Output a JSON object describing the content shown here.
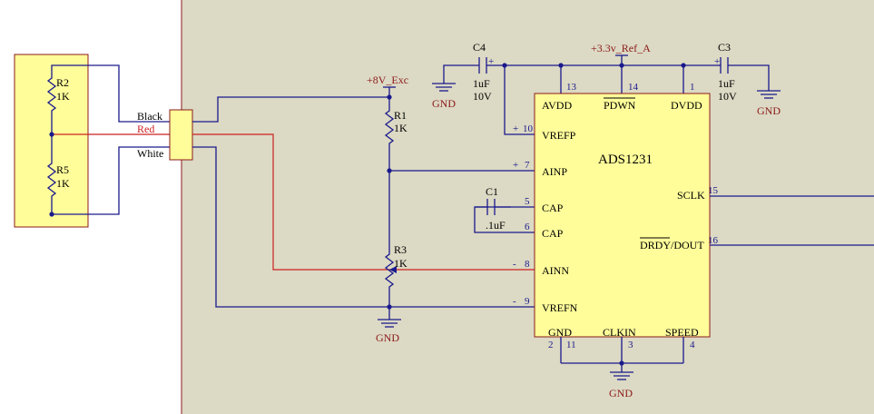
{
  "colors": {
    "left_bg": "#ffffff",
    "sheet_bg": "#dcd9c4",
    "wire": "#1a1a8c",
    "signal_red": "#cc2222",
    "label_maroon": "#8b1a1a",
    "chip_fill": "#fffd9a",
    "sensor_fill": "#fffd9a"
  },
  "sensor": {
    "r2": {
      "ref": "R2",
      "value": "1K"
    },
    "r5": {
      "ref": "R5",
      "value": "1K"
    }
  },
  "connector": {
    "wires": [
      "Black",
      "Red",
      "White"
    ]
  },
  "power": {
    "exc": "+8V_Exc",
    "ref": "+3.3v_Ref_A",
    "gnd": "GND"
  },
  "resistors": {
    "r1": {
      "ref": "R1",
      "value": "1K"
    },
    "r3": {
      "ref": "R3",
      "value": "1K"
    }
  },
  "capacitors": {
    "c4": {
      "ref": "C4",
      "value": "1uF",
      "voltage": "10V"
    },
    "c3": {
      "ref": "C3",
      "value": "1uF",
      "voltage": "10V"
    },
    "c1": {
      "ref": "C1",
      "value": ".1uF"
    }
  },
  "chip": {
    "name": "ADS1231",
    "pins": {
      "avdd": {
        "label": "AVDD",
        "num": "13"
      },
      "pdwn": {
        "label": "PDWN",
        "num": "14"
      },
      "dvdd": {
        "label": "DVDD",
        "num": "1"
      },
      "vrefp": {
        "label": "VREFP",
        "num": "10",
        "sign": "+"
      },
      "ainp": {
        "label": "AINP",
        "num": "7",
        "sign": "+"
      },
      "cap1": {
        "label": "CAP",
        "num": "5"
      },
      "cap2": {
        "label": "CAP",
        "num": "6"
      },
      "ainn": {
        "label": "AINN",
        "num": "8",
        "sign": "-"
      },
      "vrefn": {
        "label": "VREFN",
        "num": "9",
        "sign": "-"
      },
      "gnd": {
        "label": "GND",
        "num_a": "2",
        "num_b": "11"
      },
      "clkin": {
        "label": "CLKIN",
        "num": "3"
      },
      "speed": {
        "label": "SPEED",
        "num": "4"
      },
      "sclk": {
        "label": "SCLK",
        "num": "15"
      },
      "drdy": {
        "label": "DRDY/DOUT",
        "num": "16"
      }
    }
  }
}
